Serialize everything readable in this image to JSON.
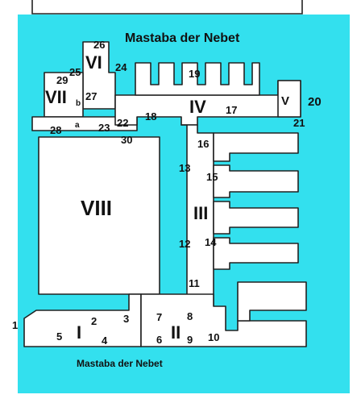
{
  "colors": {
    "fill": "#33e0ee",
    "wall": "#222222",
    "room": "#ffffff",
    "text": "#111111"
  },
  "titles": {
    "top": "Mastaba der Nebet",
    "bottom": "Mastaba der Nebet"
  },
  "rooms": {
    "r1": "I",
    "r2": "II",
    "r3": "III",
    "r4": "IV",
    "r5": "V",
    "r6": "VI",
    "r7": "VII",
    "r8": "VIII"
  },
  "numbers": {
    "n1": "1",
    "n2": "2",
    "n3": "3",
    "n4": "4",
    "n5": "5",
    "n6": "6",
    "n7": "7",
    "n8": "8",
    "n9": "9",
    "n10": "10",
    "n11": "11",
    "n12": "12",
    "n13": "13",
    "n14": "14",
    "n15": "15",
    "n16": "16",
    "n17": "17",
    "n18": "18",
    "n19": "19",
    "n20": "20",
    "n21": "21",
    "n22": "22",
    "n23": "23",
    "n24": "24",
    "n25": "25",
    "n26": "26",
    "n27": "27",
    "n28": "28",
    "n29": "29",
    "n30": "30"
  },
  "letters": {
    "a": "a",
    "b": "b"
  }
}
